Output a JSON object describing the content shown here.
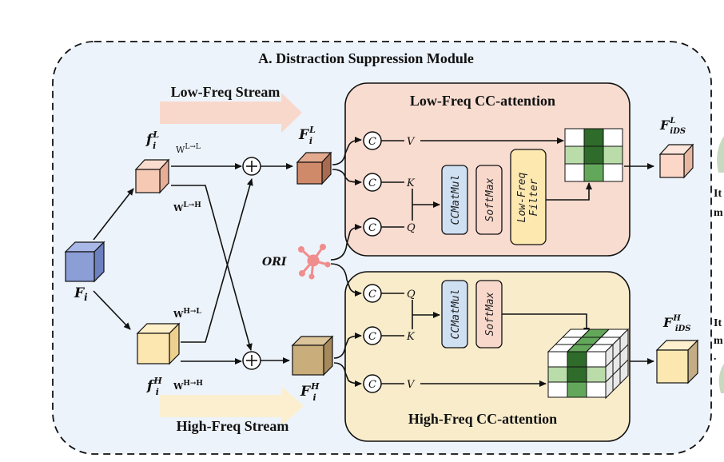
{
  "module_title": "A. Distraction Suppression Module",
  "streams": {
    "low": "Low-Freq Stream",
    "high": "High-Freq Stream"
  },
  "inputs": {
    "fi": "F",
    "fi_sub": "i",
    "ori": "ORI"
  },
  "low_feature": {
    "base": "f",
    "sup": "L",
    "sub": "i"
  },
  "high_feature": {
    "base": "f",
    "sup": "H",
    "sub": "i"
  },
  "weights": {
    "ll": {
      "base": "W",
      "sup": "L→L"
    },
    "lh": {
      "base": "W",
      "sup": "L→H"
    },
    "hl": {
      "base": "W",
      "sup": "H→L"
    },
    "hh": {
      "base": "W",
      "sup": "H→H"
    }
  },
  "fused_low": {
    "base": "F",
    "sup": "L",
    "sub": "i"
  },
  "fused_high": {
    "base": "F",
    "sup": "H",
    "sub": "i"
  },
  "out_low": {
    "base": "F",
    "sup": "L",
    "sub": "iDS"
  },
  "out_high": {
    "base": "F",
    "sup": "H",
    "sub": "iDS"
  },
  "low_attention": {
    "title": "Low-Freq CC-attention",
    "ops": [
      "CCMatMul",
      "SoftMax",
      "Low-Freq Filter"
    ]
  },
  "high_attention": {
    "title": "High-Freq CC-attention",
    "ops": [
      "CCMatMul",
      "SoftMax"
    ]
  },
  "concat_symbol": "C",
  "qkv": {
    "q": "Q",
    "k": "K",
    "v": "V"
  },
  "side_text": [
    "It",
    "m",
    "It",
    "m",
    "."
  ],
  "colors": {
    "panel_bg": "#edf3fa",
    "low_box": "#f8dcd0",
    "high_box": "#f8eccb",
    "low_arrow": "#f9d8cc",
    "high_arrow": "#fbefd0",
    "input_cube": "#8b9ed6",
    "low_cube": "#f6c9b5",
    "high_cube": "#fde7b0",
    "fused_low_cube": "#cf8a6a",
    "fused_high_cube": "#c9ad7b",
    "ccmatmul": "#cfe0f3",
    "softmax": "#f9d8cc",
    "filter": "#fde8b0",
    "ori_icon": "#f08d8d",
    "green_dark": "#2f6b2a",
    "green_mid": "#63a85a",
    "green_light": "#b9dca9"
  }
}
